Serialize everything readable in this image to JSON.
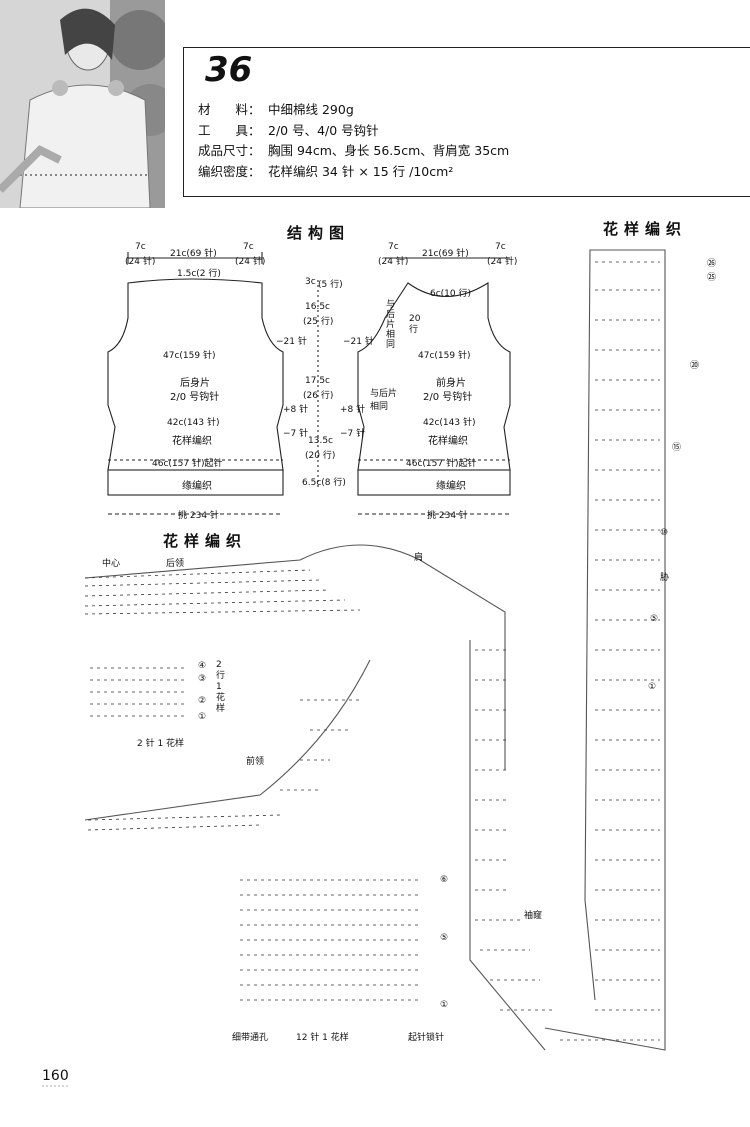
{
  "pattern": {
    "number": "36",
    "material": {
      "label": "材　　料：",
      "value": "中细棉线 290g"
    },
    "tools": {
      "label": "工　　具：",
      "value": "2/0 号、4/0 号钩针"
    },
    "size": {
      "label": "成品尺寸：",
      "value": "胸围 94cm、身长 56.5cm、背肩宽 35cm"
    },
    "gauge": {
      "label": "编织密度：",
      "value": "花样编织 34 针 × 15 行 /10cm²"
    }
  },
  "structure": {
    "title": "结构图",
    "back": {
      "top_left": "7c",
      "top_left_st": "(24 针)",
      "top_mid": "21c(69 针)",
      "top_right": "7c",
      "top_right_st": "(24 针)",
      "neck": "1.5c(2 行)",
      "chest": "47c(159 针)",
      "name": "后身片",
      "hook": "2/0 号钩针",
      "waist": "42c(143 针)",
      "pattern": "花样编织",
      "hem": "46c(157 针)起针",
      "border": "缘编织",
      "armhole_dec": "−21 针",
      "side_inc": "+8 针",
      "side_dec": "−7 针"
    },
    "front": {
      "top_left": "7c",
      "top_left_st": "(24 针)",
      "top_mid": "21c(69 针)",
      "top_right": "7c",
      "top_right_st": "(24 针)",
      "neck": "6c(10 行)",
      "chest": "47c(159 针)",
      "name": "前身片",
      "hook": "2/0 号钩针",
      "waist": "42c(143 针)",
      "pattern": "花样编织",
      "hem": "46c(157 针)起针",
      "border": "缘编织",
      "armhole_dec": "−21 针",
      "side_inc": "+8 针",
      "side_dec": "−7 针",
      "note1": "与后片相同",
      "note2": "与后片相同",
      "rows20": "20 行"
    },
    "heights": {
      "h1": "3c",
      "h1r": "(5 行)",
      "h2": "16.5c",
      "h2r": "(25 行)",
      "h3": "17.5c",
      "h3r": "(26 行)",
      "h4": "13.5c",
      "h4r": "(20 行)",
      "h5": "6.5c(8 行)"
    },
    "pick_up_back": "挑 234 针",
    "pick_up_front": "挑 234 针"
  },
  "chart_left": {
    "title": "花样编织",
    "center": "中心",
    "back_neck": "后领",
    "shoulder": "肩",
    "front_neck": "前领",
    "repeat_2st": "2 针 1 花样",
    "repeat_rows": "2 行 1 花样",
    "row_marks": [
      "④",
      "③",
      "②",
      "①"
    ]
  },
  "chart_edge": {
    "tie_hole": "细带通孔",
    "repeat": "12 针 1 花样",
    "start": "起针锁针",
    "rows": [
      "⑥",
      "⑤",
      "①"
    ]
  },
  "chart_right": {
    "title": "花样编织",
    "side": "胁",
    "armhole": "袖窿",
    "marks": [
      "㉖",
      "㉕",
      "⑳",
      "⑮",
      "⑩",
      "⑤",
      "①"
    ]
  },
  "page_number": "160"
}
